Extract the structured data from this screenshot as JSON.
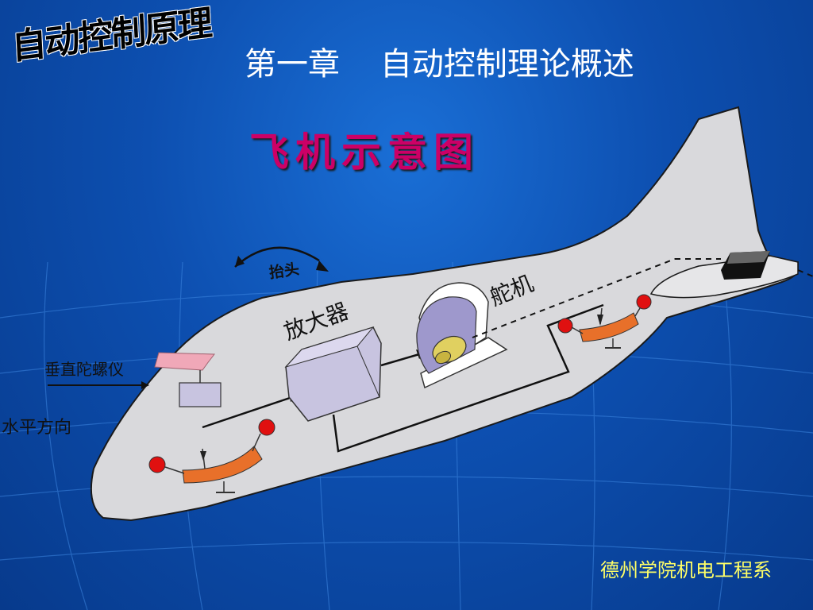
{
  "header": {
    "course_title": "自动控制原理",
    "chapter_title": "第一章    自动控制理论概述"
  },
  "diagram": {
    "title": "飞机示意图",
    "labels": {
      "pitch_up": "抬头",
      "amplifier": "放大器",
      "servo": "舵机",
      "vertical_gyro": "垂直陀螺仪",
      "horizontal_direction": "水平方向"
    }
  },
  "footer": {
    "department": "德州学院机电工程系"
  },
  "colors": {
    "background": "#0d4fb0",
    "fuselage": "#d9d9dc",
    "component": "#c8c4e0",
    "potentiometer": "#e8702a",
    "contact": "#e01010",
    "title_accent": "#cc0066",
    "footer_text": "#ffff66"
  }
}
